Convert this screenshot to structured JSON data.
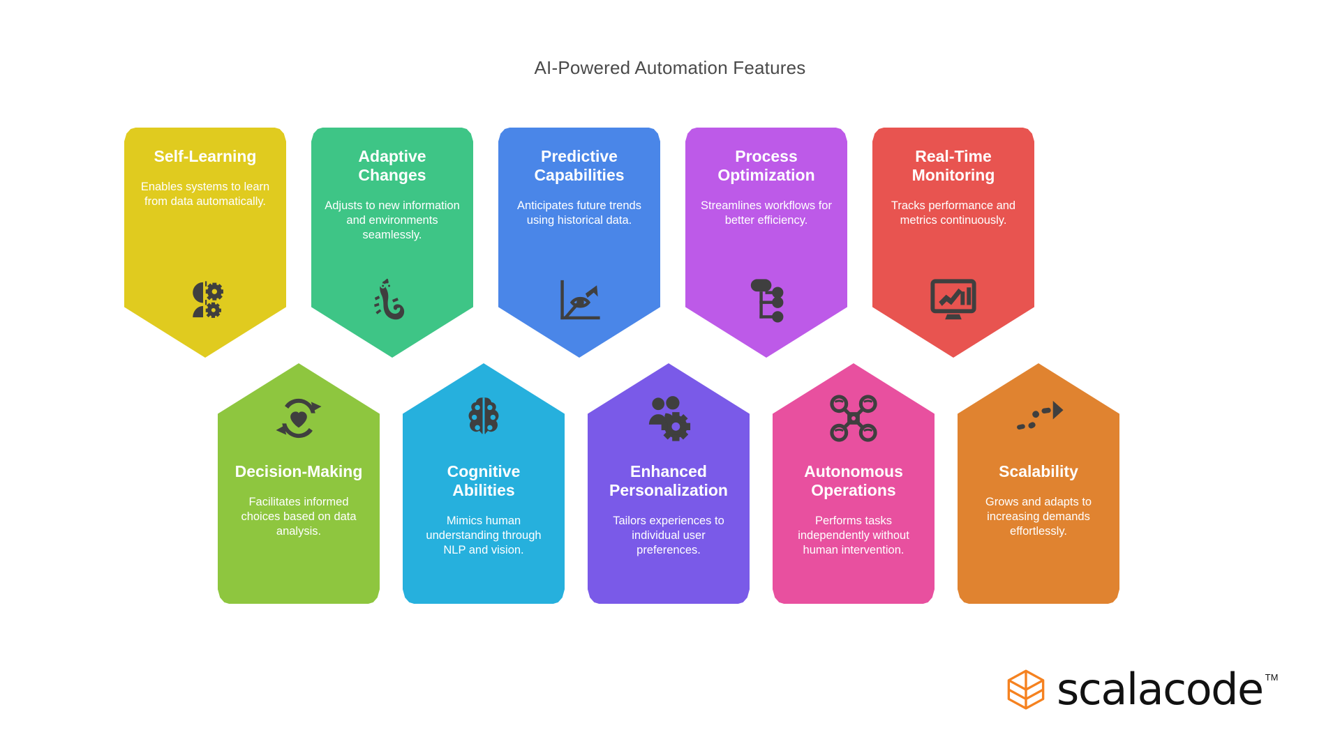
{
  "page": {
    "title": "AI-Powered Automation Features",
    "background_color": "#ffffff"
  },
  "cards_top": [
    {
      "title": "Self-Learning",
      "description": "Enables systems to learn from data automatically.",
      "color": "#e0cb1f",
      "icon": "head-gear-icon"
    },
    {
      "title": "Adaptive Changes",
      "description": "Adjusts to new information and environments seamlessly.",
      "color": "#3ec586",
      "icon": "chameleon-icon"
    },
    {
      "title": "Predictive Capabilities",
      "description": "Anticipates future trends using historical data.",
      "color": "#4a86e8",
      "icon": "eye-trend-chart-icon"
    },
    {
      "title": "Process Optimization",
      "description": "Streamlines workflows for better efficiency.",
      "color": "#bd5ae8",
      "icon": "workflow-nodes-icon"
    },
    {
      "title": "Real-Time Monitoring",
      "description": "Tracks performance and metrics continuously.",
      "color": "#e85450",
      "icon": "monitor-analytics-icon"
    }
  ],
  "cards_bottom": [
    {
      "title": "Decision-Making",
      "description": "Facilitates informed choices based on data analysis.",
      "color": "#8ec63f",
      "icon": "heart-refresh-icon"
    },
    {
      "title": "Cognitive Abilities",
      "description": "Mimics human understanding through NLP and vision.",
      "color": "#26b0dd",
      "icon": "brain-icon"
    },
    {
      "title": "Enhanced Personalization",
      "description": "Tailors experiences to individual user preferences.",
      "color": "#7a5ae8",
      "icon": "users-gear-icon"
    },
    {
      "title": "Autonomous Operations",
      "description": "Performs tasks independently without human intervention.",
      "color": "#e8509f",
      "icon": "drone-icon"
    },
    {
      "title": "Scalability",
      "description": "Grows and adapts to increasing demands effortlessly.",
      "color": "#e08330",
      "icon": "dashed-arrow-icon"
    }
  ],
  "logo": {
    "text": "scalacode",
    "trademark": "TM",
    "mark_color": "#f58220",
    "text_color": "#111111"
  },
  "icon_color": "#3f3f3f"
}
